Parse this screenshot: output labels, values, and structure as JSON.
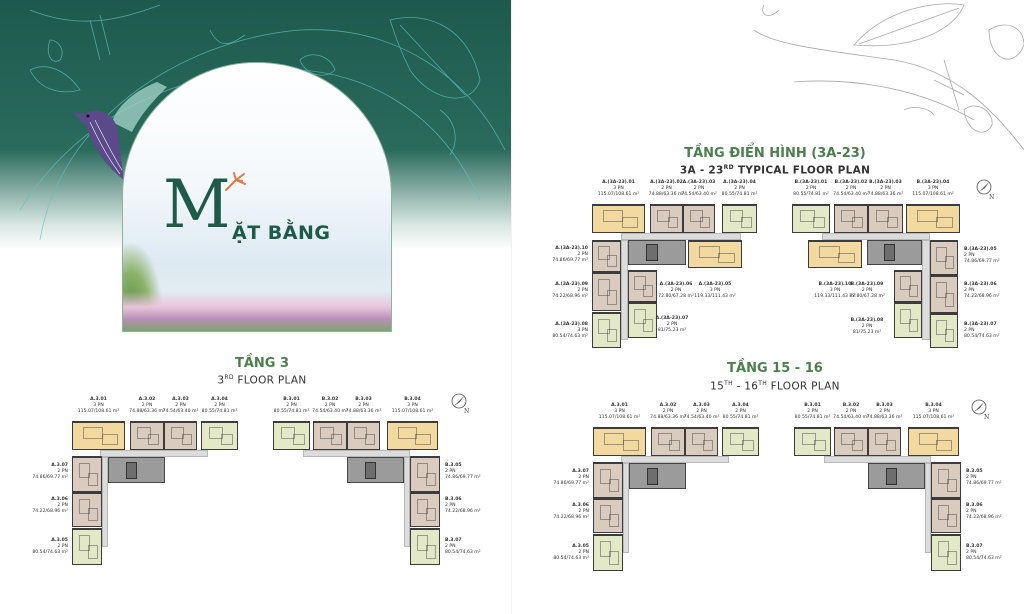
{
  "colors": {
    "brand_green": "#1d5a48",
    "heading_green": "#4c7f4e",
    "unit_3pn": "#f2d9a0",
    "unit_2pn": "#d9ccbf",
    "unit_end": "#e3e9c6"
  },
  "cover": {
    "title_initial": "M",
    "title_rest": "ẶT BẰNG"
  },
  "sections": {
    "typical": {
      "title": "TẦNG ĐIỂN HÌNH (3A-23)",
      "sub_a": "3A - 23",
      "sub_sup": "RD",
      "sub_b": " TYPICAL FLOOR PLAN"
    },
    "floor3": {
      "title": "TẦNG 3",
      "sub_a": "3",
      "sub_sup": "RD",
      "sub_b": " FLOOR PLAN"
    },
    "floor15": {
      "title": "TẦNG 15 - 16",
      "sub_a": "15",
      "sub_sup": "TH",
      "sub_b": " - 16",
      "sub_sup2": "TH",
      "sub_c": " FLOOR PLAN"
    }
  },
  "compass_label": "N",
  "plans": {
    "typA": [
      {
        "code": "A.(3A-23).01",
        "type": "3 PN",
        "area": "115.07/108.61 m²",
        "color": "unit_3pn"
      },
      {
        "code": "A.(3A-23).02",
        "type": "2 PN",
        "area": "74.88/63.36 m²",
        "color": "unit_2pn"
      },
      {
        "code": "A.(3A-23).03",
        "type": "2 PN",
        "area": "74.54/63.40 m²",
        "color": "unit_2pn"
      },
      {
        "code": "A.(3A-23).04",
        "type": "2 PN",
        "area": "80.55/74.81 m²",
        "color": "unit_end"
      },
      {
        "code": "A.(3A-23).10",
        "type": "2 PN",
        "area": "74.86/69.77 m²",
        "color": "unit_2pn"
      },
      {
        "code": "A.(3A-23).09",
        "type": "2 PN",
        "area": "74.22/68.96 m²",
        "color": "unit_2pn"
      },
      {
        "code": "A.(3A-23).08",
        "type": "3 PN",
        "area": "80.54/74.63 m²",
        "color": "unit_end"
      },
      {
        "code": "A.(3A-23).06",
        "type": "2 PN",
        "area": "72.80/67.28 m²",
        "color": "unit_2pn"
      },
      {
        "code": "A.(3A-23).05",
        "type": "3 PN",
        "area": "119.33/111.43 m²",
        "color": "unit_3pn"
      },
      {
        "code": "A.(3A-23).07",
        "type": "2 PN",
        "area": "81/75.23 m²",
        "color": "unit_end"
      }
    ],
    "typB": [
      {
        "code": "B.(3A-23).01",
        "type": "2 PN",
        "area": "80.55/74.81 m²",
        "color": "unit_end"
      },
      {
        "code": "B.(3A-23).02",
        "type": "2 PN",
        "area": "74.54/63.40 m²",
        "color": "unit_2pn"
      },
      {
        "code": "B.(3A-23).03",
        "type": "2 PN",
        "area": "74.88/63.36 m²",
        "color": "unit_2pn"
      },
      {
        "code": "B.(3A-23).04",
        "type": "3 PN",
        "area": "115.07/108.61 m²",
        "color": "unit_3pn"
      },
      {
        "code": "B.(3A-23).10",
        "type": "3 PN",
        "area": "119.33/111.43 m²",
        "color": "unit_3pn"
      },
      {
        "code": "B.(3A-23).09",
        "type": "2 PN",
        "area": "72.80/67.28 m²",
        "color": "unit_2pn"
      },
      {
        "code": "B.(3A-23).08",
        "type": "2 PN",
        "area": "81/75.23 m²",
        "color": "unit_end"
      },
      {
        "code": "B.(3A-23).05",
        "type": "2 PN",
        "area": "74.86/69.77 m²",
        "color": "unit_2pn"
      },
      {
        "code": "B.(3A-23).06",
        "type": "2 PN",
        "area": "74.22/68.96 m²",
        "color": "unit_2pn"
      },
      {
        "code": "B.(3A-23).07",
        "type": "2 PN",
        "area": "80.54/74.63 m²",
        "color": "unit_end"
      }
    ],
    "f3A": [
      {
        "code": "A.3.01",
        "type": "3 PN",
        "area": "115.07/108.61 m²",
        "color": "unit_3pn"
      },
      {
        "code": "A.3.02",
        "type": "2 PN",
        "area": "74.88/63.36 m²",
        "color": "unit_2pn"
      },
      {
        "code": "A.3.03",
        "type": "2 PN",
        "area": "74.54/63.40 m²",
        "color": "unit_2pn"
      },
      {
        "code": "A.3.04",
        "type": "2 PN",
        "area": "80.55/74.81 m²",
        "color": "unit_end"
      },
      {
        "code": "A.3.07",
        "type": "2 PN",
        "area": "74.86/69.77 m²",
        "color": "unit_2pn"
      },
      {
        "code": "A.3.06",
        "type": "2 PN",
        "area": "74.22/68.96 m²",
        "color": "unit_2pn"
      },
      {
        "code": "A.3.05",
        "type": "2 PN",
        "area": "80.54/74.63 m²",
        "color": "unit_end"
      }
    ],
    "f3B": [
      {
        "code": "B.3.01",
        "type": "2 PN",
        "area": "80.55/74.81 m²",
        "color": "unit_end"
      },
      {
        "code": "B.3.02",
        "type": "2 PN",
        "area": "74.54/63.40 m²",
        "color": "unit_2pn"
      },
      {
        "code": "B.3.03",
        "type": "2 PN",
        "area": "74.88/63.36 m²",
        "color": "unit_2pn"
      },
      {
        "code": "B.3.04",
        "type": "3 PN",
        "area": "115.07/108.61 m²",
        "color": "unit_3pn"
      },
      {
        "code": "B.3.05",
        "type": "2 PN",
        "area": "74.86/69.77 m²",
        "color": "unit_2pn"
      },
      {
        "code": "B.3.06",
        "type": "2 PN",
        "area": "74.22/68.96 m²",
        "color": "unit_2pn"
      },
      {
        "code": "B.3.07",
        "type": "2 PN",
        "area": "80.54/74.63 m²",
        "color": "unit_end"
      }
    ],
    "f15A": [
      {
        "code": "A.3.01",
        "type": "3 PN",
        "area": "115.07/108.61 m²",
        "color": "unit_3pn"
      },
      {
        "code": "A.3.02",
        "type": "2 PN",
        "area": "74.88/63.36 m²",
        "color": "unit_2pn"
      },
      {
        "code": "A.3.03",
        "type": "2 PN",
        "area": "74.54/63.40 m²",
        "color": "unit_2pn"
      },
      {
        "code": "A.3.04",
        "type": "2 PN",
        "area": "80.55/74.81 m²",
        "color": "unit_end"
      },
      {
        "code": "A.3.07",
        "type": "2 PN",
        "area": "74.86/69.77 m²",
        "color": "unit_2pn"
      },
      {
        "code": "A.3.06",
        "type": "2 PN",
        "area": "74.22/68.96 m²",
        "color": "unit_2pn"
      },
      {
        "code": "A.3.05",
        "type": "2 PN",
        "area": "80.54/74.63 m²",
        "color": "unit_end"
      }
    ],
    "f15B": [
      {
        "code": "B.3.01",
        "type": "2 PN",
        "area": "80.55/74.81 m²",
        "color": "unit_end"
      },
      {
        "code": "B.3.02",
        "type": "2 PN",
        "area": "74.54/63.40 m²",
        "color": "unit_2pn"
      },
      {
        "code": "B.3.03",
        "type": "2 PN",
        "area": "74.88/63.36 m²",
        "color": "unit_2pn"
      },
      {
        "code": "B.3.04",
        "type": "3 PN",
        "area": "115.07/108.61 m²",
        "color": "unit_3pn"
      },
      {
        "code": "B.3.05",
        "type": "2 PN",
        "area": "74.86/69.77 m²",
        "color": "unit_2pn"
      },
      {
        "code": "B.3.06",
        "type": "2 PN",
        "area": "74.22/68.96 m²",
        "color": "unit_2pn"
      },
      {
        "code": "B.3.07",
        "type": "2 PN",
        "area": "80.54/74.63 m²",
        "color": "unit_end"
      }
    ]
  }
}
